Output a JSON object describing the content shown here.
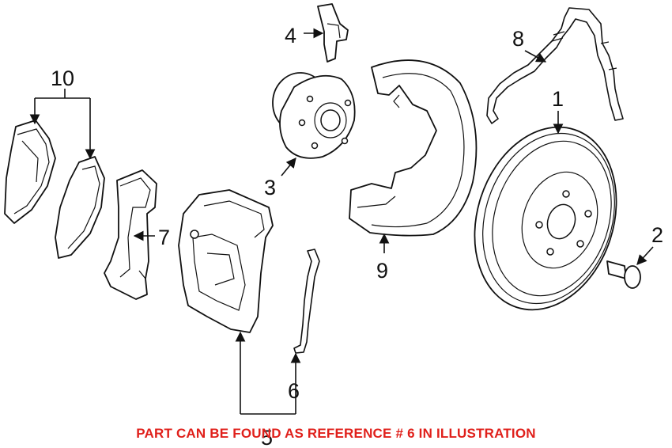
{
  "callouts": {
    "c1": "1",
    "c2": "2",
    "c3": "3",
    "c4": "4",
    "c5": "5",
    "c6": "6",
    "c7": "7",
    "c8": "8",
    "c9": "9",
    "c10": "10"
  },
  "note": "PART CAN BE FOUND AS REFERENCE # 6 IN ILLUSTRATION",
  "colors": {
    "note": "#e0201b",
    "lines": "#111111",
    "background": "#ffffff"
  }
}
